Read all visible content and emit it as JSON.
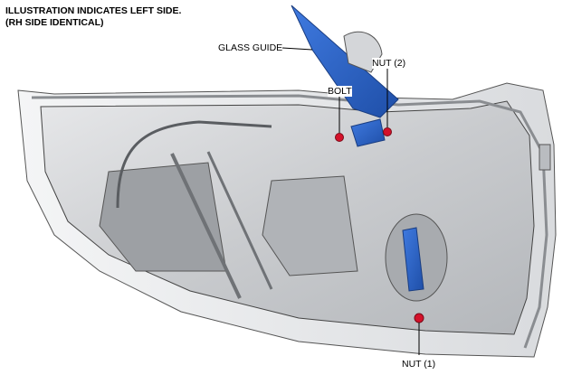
{
  "header": {
    "line1": "ILLUSTRATION INDICATES LEFT SIDE.",
    "line2": "(RH SIDE IDENTICAL)"
  },
  "callouts": {
    "glass_guide": "GLASS GUIDE",
    "bolt": "BOLT",
    "nut2": "NUT (2)",
    "nut1": "NUT (1)"
  },
  "colors": {
    "door_panel": "#cfd1d4",
    "glass_guide": "#2c63c4",
    "fastener": "#d4112a"
  }
}
